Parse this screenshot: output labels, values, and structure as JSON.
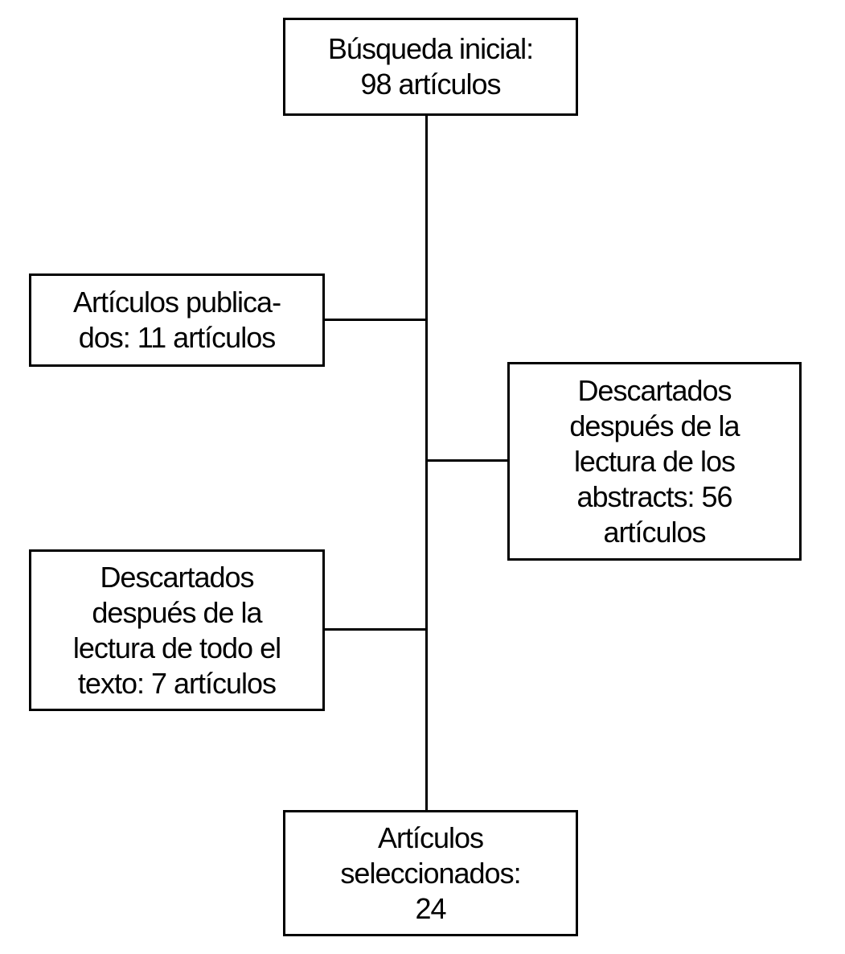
{
  "diagram": {
    "type": "flowchart",
    "language": "es",
    "background_color": "#ffffff",
    "line_color": "#000000",
    "text_color": "#000000",
    "nodes": [
      {
        "id": "initial-search",
        "text": "Búsqueda inicial:\n98 artículos",
        "count": 98
      },
      {
        "id": "published-articles",
        "text": "Artículos publica-\ndos: 11 artículos",
        "count": 11
      },
      {
        "id": "discarded-after-abstracts",
        "text": "Descartados\ndespués de la\nlectura de los\nabstracts: 56\nartículos",
        "count": 56
      },
      {
        "id": "discarded-after-full-text",
        "text": "Descartados\ndespués de la\nlectura de todo el\ntexto: 7 artículos",
        "count": 7
      },
      {
        "id": "selected-articles",
        "text": "Artículos\nseleccionados:\n24",
        "count": 24
      }
    ],
    "edges": [
      {
        "from": "initial-search",
        "to": "published-articles"
      },
      {
        "from": "initial-search",
        "to": "discarded-after-abstracts"
      },
      {
        "from": "initial-search",
        "to": "discarded-after-full-text"
      },
      {
        "from": "initial-search",
        "to": "selected-articles"
      }
    ]
  }
}
